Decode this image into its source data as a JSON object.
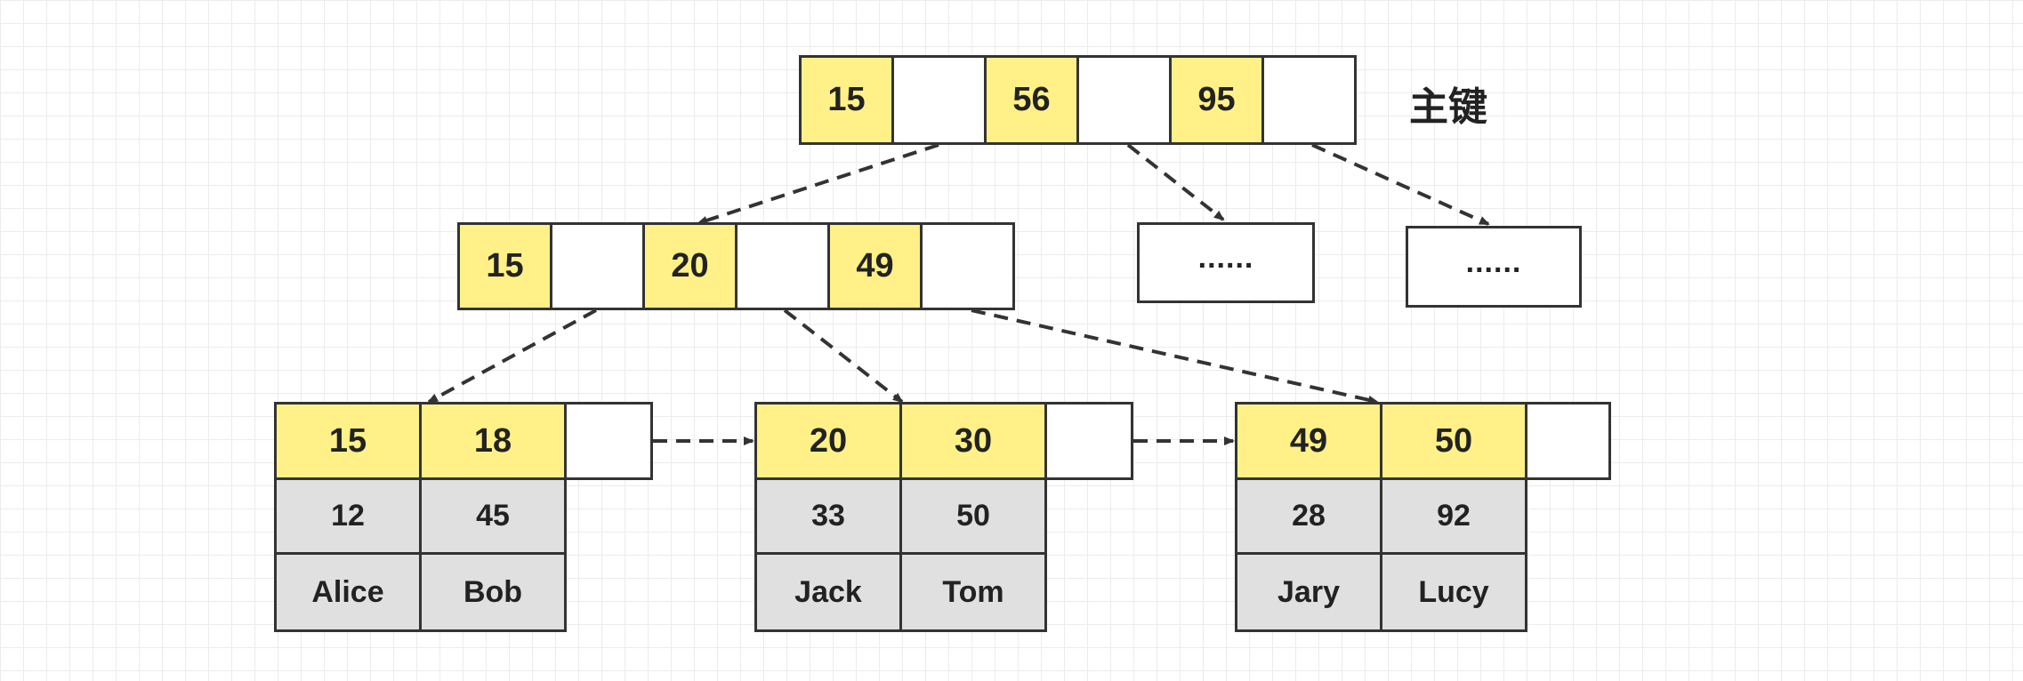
{
  "root": {
    "keys": [
      "15",
      "56",
      "95"
    ],
    "label": "主键"
  },
  "internal": {
    "keys": [
      "15",
      "20",
      "49"
    ]
  },
  "placeholders": [
    "......",
    "......"
  ],
  "leaves": [
    {
      "keys": [
        "15",
        "18"
      ],
      "values": [
        "12",
        "45"
      ],
      "names": [
        "Alice",
        "Bob"
      ]
    },
    {
      "keys": [
        "20",
        "30"
      ],
      "values": [
        "33",
        "50"
      ],
      "names": [
        "Jack",
        "Tom"
      ]
    },
    {
      "keys": [
        "49",
        "50"
      ],
      "values": [
        "28",
        "92"
      ],
      "names": [
        "Jary",
        "Lucy"
      ]
    }
  ],
  "colors": {
    "key_fill": "#fff187",
    "data_fill": "#e0e0e0",
    "stroke": "#333333"
  }
}
